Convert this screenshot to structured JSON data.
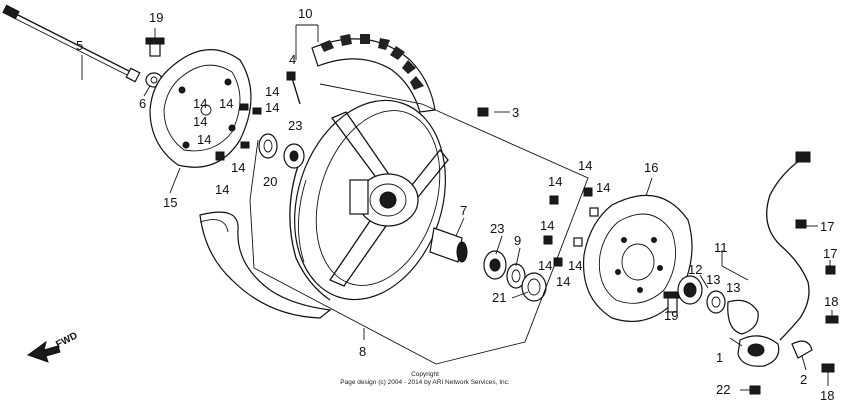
{
  "callouts": {
    "n1": "1",
    "n2": "2",
    "n3": "3",
    "n4": "4",
    "n5": "5",
    "n6": "6",
    "n7": "7",
    "n8": "8",
    "n9": "9",
    "n10": "10",
    "n11": "11",
    "n12": "12",
    "n13a": "13",
    "n13b": "13",
    "n14a": "14",
    "n14b": "14",
    "n14c": "14",
    "n14d": "14",
    "n14e": "14",
    "n14f": "14",
    "n14g": "14",
    "n14h": "14",
    "n14i": "14",
    "n14j": "14",
    "n14k": "14",
    "n14l": "14",
    "n14m": "14",
    "n15": "15",
    "n16": "16",
    "n17a": "17",
    "n17b": "17",
    "n18a": "18",
    "n18b": "18",
    "n19a": "19",
    "n19b": "19",
    "n20": "20",
    "n21": "21",
    "n22": "22",
    "n23a": "23",
    "n23b": "23"
  },
  "fwd_label": "FWD",
  "copyright": {
    "line1": "Copyright",
    "line2": "Page design (c) 2004 - 2014 by ARI Network Services, Inc."
  }
}
